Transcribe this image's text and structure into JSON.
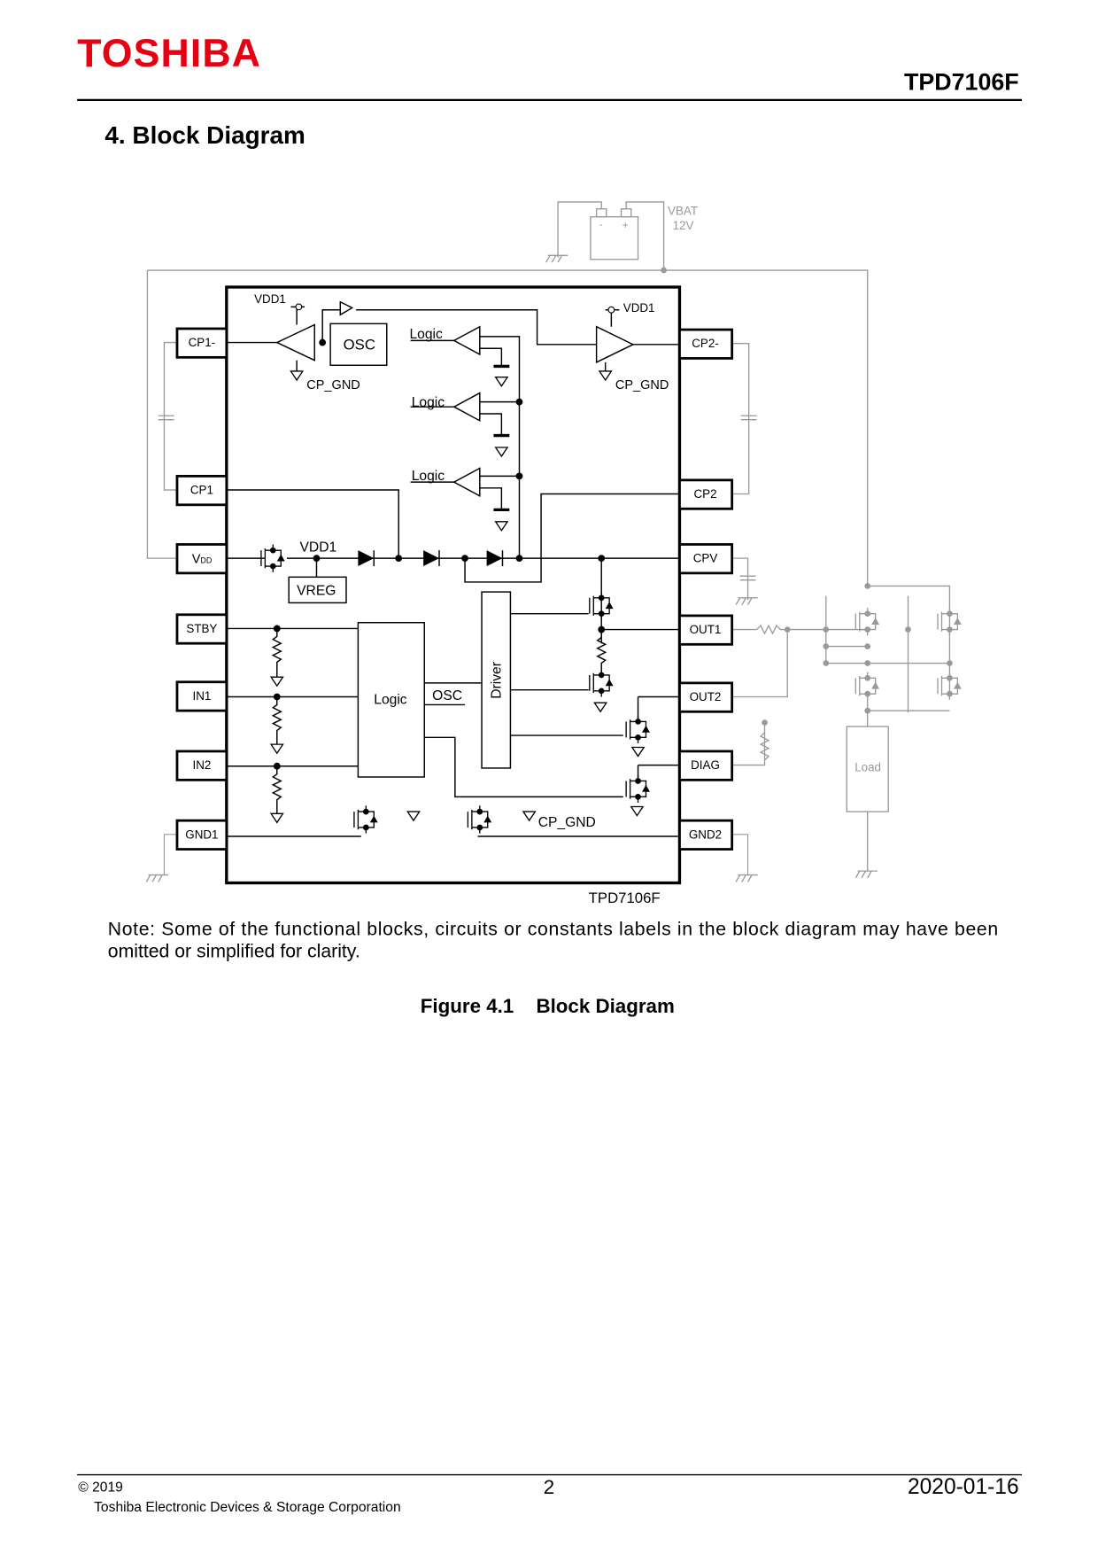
{
  "header": {
    "logo": "TOSHIBA",
    "part_number": "TPD7106F",
    "logo_color": "#e60012"
  },
  "section_title": "4. Block Diagram",
  "diagram": {
    "chip_label": "TPD7106F",
    "left_pins": [
      "CP1-",
      "CP1",
      "VDD",
      "STBY",
      "IN1",
      "IN2",
      "GND1"
    ],
    "vdd_sub": "DD",
    "vdd_main": "V",
    "right_pins": [
      "CP2-",
      "CP2",
      "CPV",
      "OUT1",
      "OUT2",
      "DIAG",
      "GND2"
    ],
    "labels": {
      "vdd1_a": "VDD1",
      "vdd1_b": "VDD1",
      "vdd1_c": "VDD1",
      "osc_top": "OSC",
      "cp_gnd_a": "CP_GND",
      "cp_gnd_b": "CP_GND",
      "cp_gnd_c": "CP_GND",
      "logic_1": "Logic",
      "logic_2": "Logic",
      "logic_3": "Logic",
      "logic_main": "Logic",
      "osc_mid": "OSC",
      "driver": "Driver",
      "vreg": "VREG",
      "vbat": "VBAT",
      "vbat_v": "12V",
      "batt_minus": "-",
      "batt_plus": "+",
      "load": "Load"
    }
  },
  "note": "Note: Some of the functional blocks, circuits or constants labels in the block diagram may have been omitted or simplified for clarity.",
  "note_line1": "Note: Some of the functional blocks, circuits or constants labels in the block diagram may have been",
  "note_line2": "omitted or simplified for clarity.",
  "caption": {
    "number": "Figure 4.1",
    "title": "Block Diagram"
  },
  "footer": {
    "copyright": "© 2019",
    "company": "Toshiba Electronic Devices & Storage Corporation",
    "page": "2",
    "date": "2020-01-16"
  }
}
